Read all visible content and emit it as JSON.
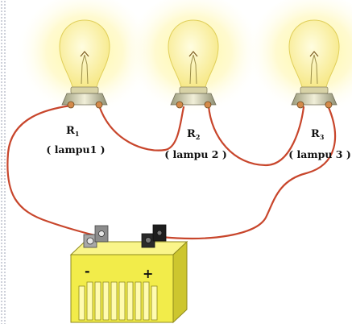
{
  "lamps": [
    {
      "symbol": "R",
      "index": "1",
      "name": "( lampu1 )"
    },
    {
      "symbol": "R",
      "index": "2",
      "name": "( lampu 2 )"
    },
    {
      "symbol": "R",
      "index": "3",
      "name": "( lampu 3 )"
    }
  ],
  "battery": {
    "negative": "-",
    "positive": "+"
  },
  "colors": {
    "wire": "#c8462c",
    "glow": "#fff27a",
    "bulb_glass": "#fff6a6",
    "battery_body": "#f2ec4a",
    "battery_dark": "#b8b121",
    "terminal_negative": "#8c8c8c",
    "terminal_positive": "#222222"
  },
  "icons": [
    "light-bulb-icon",
    "battery-icon"
  ]
}
